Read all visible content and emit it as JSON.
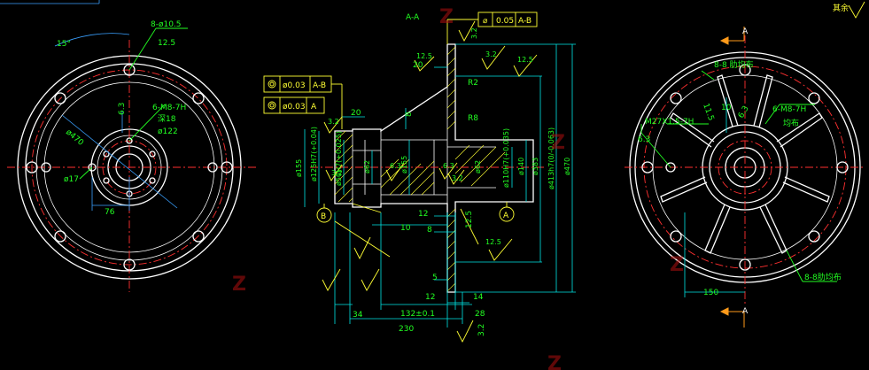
{
  "colors": {
    "background": "#000000",
    "outline": "#ffffff",
    "center_line": "#ff3030",
    "dimension": "#22ff22",
    "hidden": "#3aa0ff",
    "section": "#ffff33"
  },
  "view_left": {
    "angle": "15°",
    "holes_top": "8-ø10.5",
    "rough_top": "12.5",
    "dia_outer": "ø470",
    "thread": "6-M8-7H",
    "depth": "深18",
    "dia_bolt": "ø122",
    "small_hole": "ø17",
    "dim_76": "76",
    "note_63": "6.3"
  },
  "section_view": {
    "title": "A-A",
    "flatness_symbol": "⌀",
    "flatness_value": "0.05",
    "flatness_datum": "A-B",
    "fcf1_value": "ø0.03",
    "fcf1_datum": "A-B",
    "fcf2_value": "ø0.03",
    "fcf2_datum": "A",
    "roughness": {
      "r32a": "3.2",
      "r32b": "3.2",
      "r32c": "3.2",
      "r32d": "3.2",
      "r32e": "3.2",
      "r125a": "12.5",
      "r125b": "12.5",
      "r125c": "12.5",
      "r63a": "6.3",
      "r63b": "6.3"
    },
    "dims": {
      "d20a": "20",
      "d20b": "20",
      "dR2": "R2",
      "dR8": "R8",
      "d8": "8",
      "d155": "ø155",
      "d125": "ø125H7(+0.04)",
      "d50": "ø50H7(+0.025)",
      "d62a": "ø62",
      "d155b": "ø155",
      "d62b": "ø62",
      "d110": "ø110H7(+0.035)",
      "d140": "ø140",
      "d383": "ø383",
      "d413": "ø413h7(0/-0.063)",
      "d470": "ø470",
      "d12a": "12",
      "d10": "10",
      "d8b": "8",
      "d125v": "12.5",
      "d5": "5",
      "d12b": "12",
      "d14": "14",
      "d34": "34",
      "d132": "132±0.1",
      "d28": "28",
      "d230": "230",
      "d32v": "3.2"
    },
    "datum_a": "A",
    "datum_b": "B"
  },
  "view_right": {
    "section_mark_top": "A",
    "section_mark_bottom": "A",
    "ribs_top": "8-8 肋均布",
    "thread": "6-M8-7H",
    "thread_note": "均布",
    "thread2": "M27X1.5-7H",
    "dim_115": "11.5",
    "dim_10": "10",
    "dim_63": "6.3",
    "note_63b": "6.3",
    "dim_150": "150",
    "ribs_bottom": "8-8肋均布"
  },
  "rest_note": "其余",
  "watermarks": [
    "Z",
    "Z",
    "Z",
    "Z",
    "Z"
  ]
}
